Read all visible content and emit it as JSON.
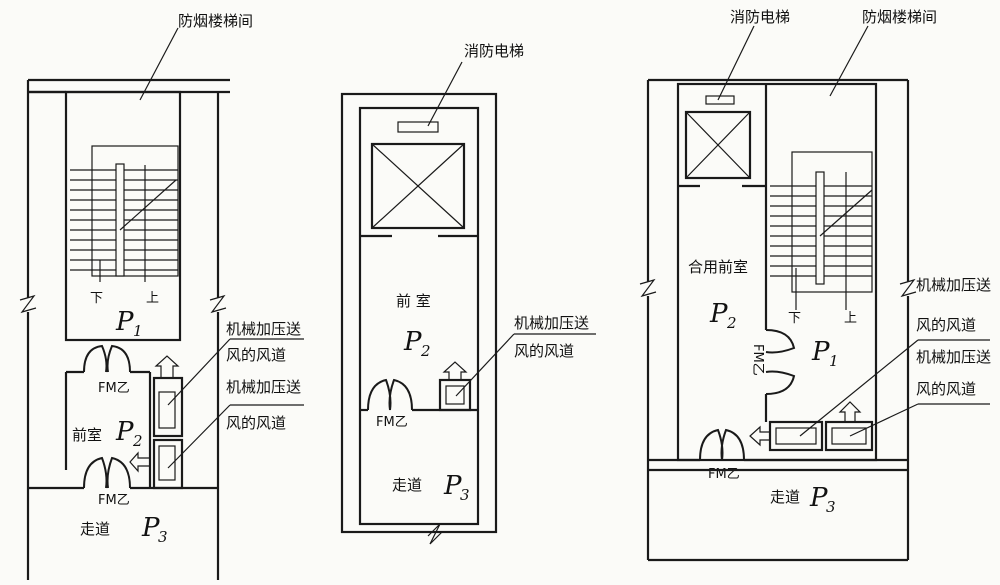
{
  "left": {
    "stair_label": "防烟楼梯间",
    "down": "下",
    "up": "上",
    "p1": "P",
    "p1_sub": "1",
    "duct_label_top_1": "机械加压送",
    "duct_label_top_2": "风的风道",
    "duct_label_bot_1": "机械加压送",
    "duct_label_bot_2": "风的风道",
    "door_top": "FM乙",
    "anteroom": "前室",
    "p2": "P",
    "p2_sub": "2",
    "door_bottom": "FM乙",
    "corridor": "走道",
    "p3": "P",
    "p3_sub": "3"
  },
  "middle": {
    "elevator_label": "消防电梯",
    "anteroom": "前 室",
    "p2": "P",
    "p2_sub": "2",
    "duct_label_1": "机械加压送",
    "duct_label_2": "风的风道",
    "door": "FM乙",
    "corridor": "走道",
    "p3": "P",
    "p3_sub": "3"
  },
  "right": {
    "elevator_label": "消防电梯",
    "stair_label": "防烟楼梯间",
    "shared_anteroom": "合用前室",
    "p2": "P",
    "p2_sub": "2",
    "p1": "P",
    "p1_sub": "1",
    "down": "下",
    "up": "上",
    "door_vertical": "FM乙",
    "duct_label_top_1": "机械加压送",
    "duct_label_top_2": "风的风道",
    "duct_label_bot_1": "机械加压送",
    "duct_label_bot_2": "风的风道",
    "door_bottom": "FM乙",
    "corridor": "走道",
    "p3": "P",
    "p3_sub": "3"
  }
}
